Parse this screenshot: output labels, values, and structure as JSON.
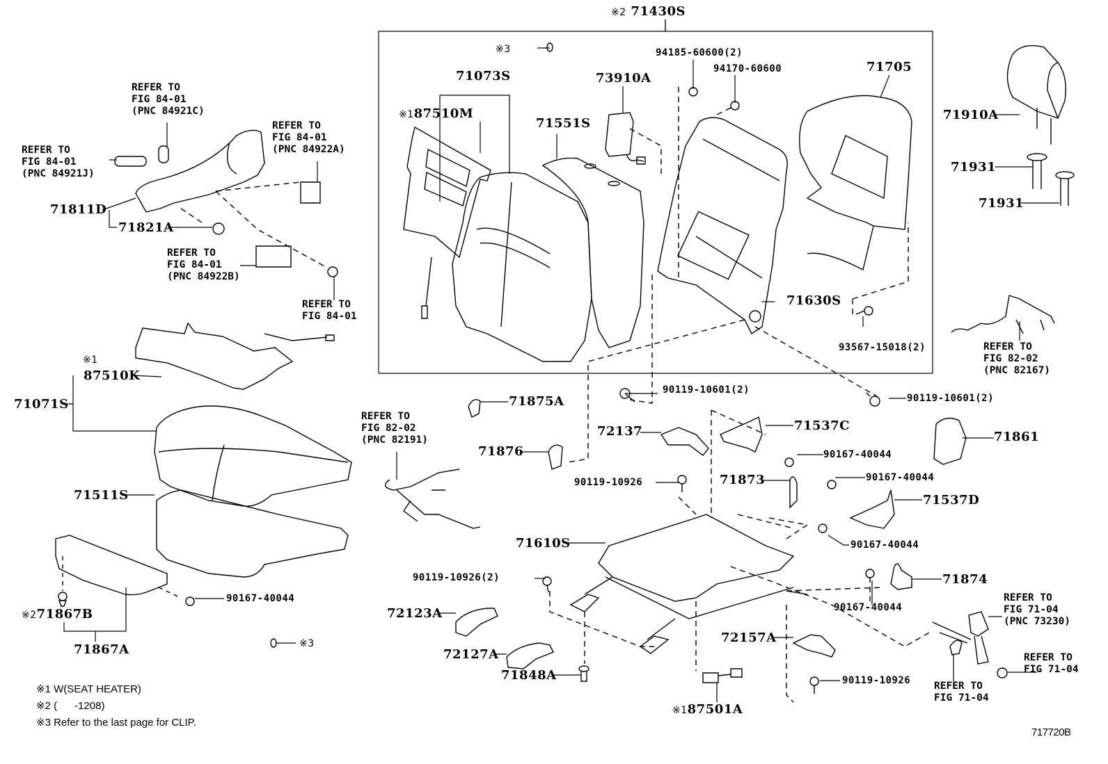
{
  "diagram": {
    "figure_id": "717720B",
    "group_box_label": {
      "mark": "※2",
      "part": "71430S"
    },
    "parts": {
      "p71073S": "71073S",
      "p87510M": {
        "mark": "※1",
        "part": "87510M"
      },
      "p71551S": "71551S",
      "p73910A": "73910A",
      "p94185": "94185-60600(2)",
      "p94170": "94170-60600",
      "p71705": "71705",
      "p71630S": "71630S",
      "p93567": "93567-15018(2)",
      "p71910A": "71910A",
      "p71931a": "71931",
      "p71931b": "71931",
      "p71811D": "71811D",
      "p71821A": "71821A",
      "p87510K": {
        "mark": "※1",
        "part": "87510K"
      },
      "p71071S": "71071S",
      "p71511S": "71511S",
      "p71867B": {
        "mark": "※2",
        "part": "71867B"
      },
      "p71867A": "71867A",
      "p90167_left": "90167-40044",
      "p71875A": "71875A",
      "p71876": "71876",
      "p90119_10601_left": "90119-10601(2)",
      "p90119_10601_right": "90119-10601(2)",
      "p71861": "71861",
      "p72137": "72137",
      "p90119_10926_mid": "90119-10926",
      "p71537C": "71537C",
      "p90167_a": "90167-40044",
      "p71873": "71873",
      "p90167_b": "90167-40044",
      "p71537D": "71537D",
      "p90167_c": "90167-40044",
      "p71610S": "71610S",
      "p90119_10926_2": "90119-10926(2)",
      "p71874": "71874",
      "p90167_d": "90167-40044",
      "p72123A": "72123A",
      "p72127A": "72127A",
      "p71848A": "71848A",
      "p72157A": "72157A",
      "p87501A": {
        "mark": "※1",
        "part": "87501A"
      },
      "p90119_10926_right": "90119-10926"
    },
    "clip_refs": {
      "top": {
        "mark": "※3"
      },
      "bottom": {
        "mark": "※3"
      }
    },
    "references": {
      "r84921C": "REFER TO\nFIG 84-01\n(PNC 84921C)",
      "r84921J": "REFER TO\nFIG 84-01\n(PNC 84921J)",
      "r84922A": "REFER TO\nFIG 84-01\n(PNC 84922A)",
      "r84922B": "REFER TO\nFIG 84-01\n(PNC 84922B)",
      "r8401": "REFER TO\nFIG 84-01",
      "r82191": "REFER TO\nFIG 82-02\n(PNC 82191)",
      "r82167": "REFER TO\nFIG 82-02\n(PNC 82167)",
      "r73230": "REFER TO\nFIG 71-04\n(PNC 73230)",
      "r7104a": "REFER TO\nFIG 71-04",
      "r7104b": "REFER TO\nFIG 71-04"
    },
    "notes": [
      "※1 W(SEAT HEATER)",
      "※2 (      -1208)",
      "※3 Refer to the last page for CLIP."
    ]
  }
}
